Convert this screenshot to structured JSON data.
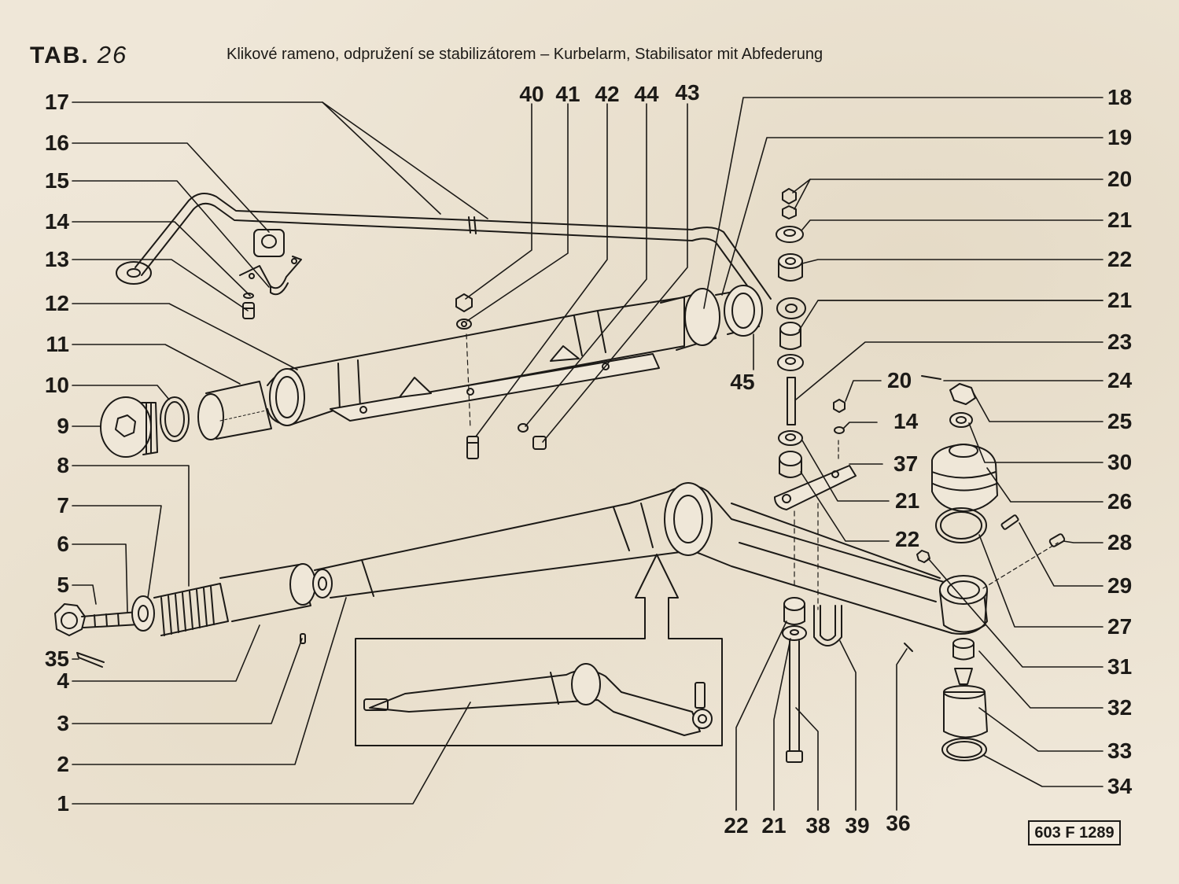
{
  "header": {
    "tab_label": "TAB.",
    "tab_number": "26",
    "title": "Klikové rameno, odpružení se stabilizátorem – Kurbelarm, Stabilisator mit Abfederung"
  },
  "figure_code": "603 F 1289",
  "callouts": {
    "left": [
      "17",
      "16",
      "15",
      "14",
      "13",
      "12",
      "11",
      "10",
      "9",
      "8",
      "7",
      "6",
      "5",
      "35",
      "4",
      "3",
      "2",
      "1"
    ],
    "top": [
      "40",
      "41",
      "42",
      "44",
      "43"
    ],
    "right": [
      "18",
      "19",
      "20",
      "21",
      "22",
      "21",
      "23",
      "24",
      "25",
      "30",
      "26",
      "28",
      "29",
      "27",
      "31",
      "32",
      "33",
      "34"
    ],
    "mid": [
      "45",
      "20",
      "14",
      "37",
      "21",
      "22"
    ],
    "bottom": [
      "22",
      "21",
      "38",
      "39",
      "36"
    ]
  }
}
